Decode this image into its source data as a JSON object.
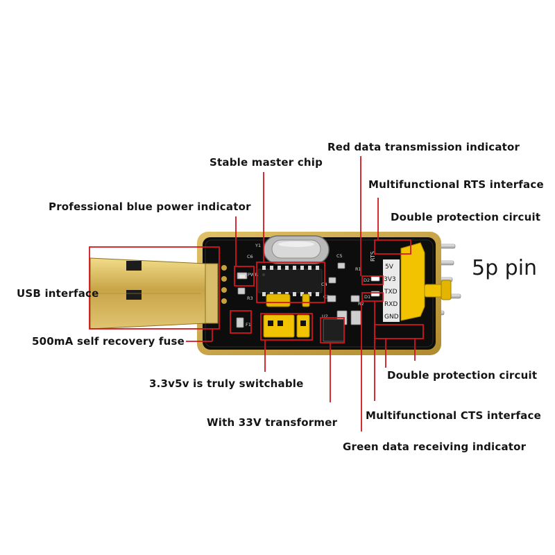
{
  "callouts": {
    "red_tx_indicator": "Red data transmission indicator",
    "stable_chip": "Stable master chip",
    "rts_interface": "Multifunctional RTS interface",
    "blue_power_indicator": "Professional blue power indicator",
    "double_protection_top": "Double protection circuit",
    "five_pin": "5p pin",
    "usb_interface": "USB interface",
    "fuse": "500mA self recovery fuse",
    "switchable": "3.3v5v is truly switchable",
    "double_protection_bottom": "Double protection circuit",
    "cts_interface": "Multifunctional CTS interface",
    "transformer": "With 33V transformer",
    "green_rx_indicator": "Green data receiving indicator"
  },
  "pcb_pin_labels": [
    "RTS",
    "5V",
    "3V3",
    "TXD",
    "RXD",
    "GND"
  ],
  "pcb_silkscreen": [
    "Y1",
    "C5",
    "C6",
    "PWR",
    "R3",
    "F1",
    "U2",
    "C3",
    "C4",
    "D2",
    "R1",
    "R2",
    "D1"
  ],
  "colors": {
    "callout_box": "#d4141c",
    "pcb": "#0d0d0d",
    "gold": "#c9a13c",
    "header": "#f2c300"
  }
}
